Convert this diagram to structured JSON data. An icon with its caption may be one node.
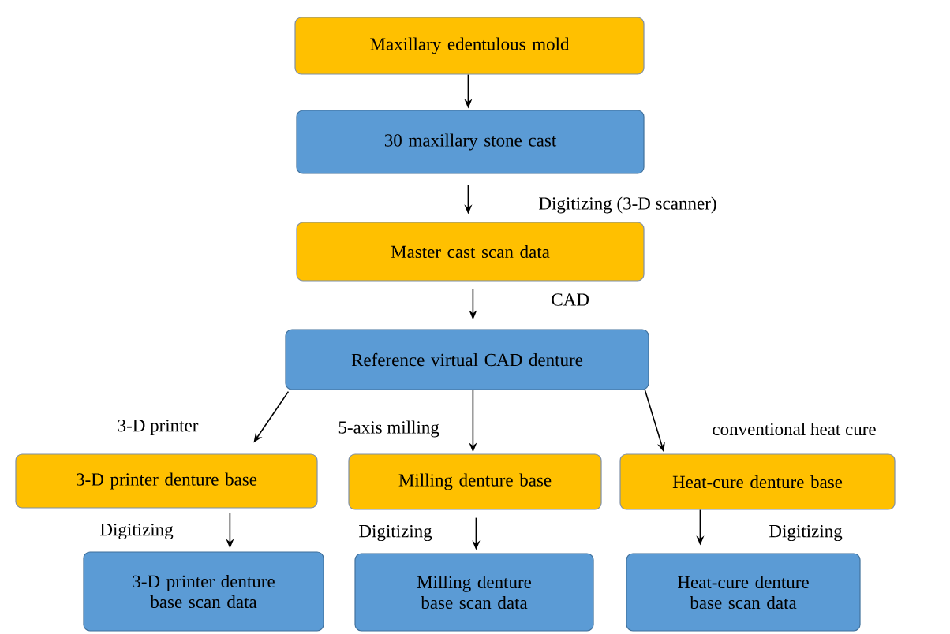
{
  "diagram": {
    "nodes": [
      {
        "text": [
          "Maxillary edentulous mold"
        ]
      },
      {
        "text": [
          "30 maxillary stone cast"
        ]
      },
      {
        "text": [
          "Master cast scan data"
        ]
      },
      {
        "text": [
          "Reference virtual CAD denture"
        ]
      },
      {
        "text": [
          "3-D printer denture base"
        ]
      },
      {
        "text": [
          "Milling denture base"
        ]
      },
      {
        "text": [
          "Heat-cure denture base"
        ]
      },
      {
        "text": [
          "3-D printer denture base scan data"
        ]
      },
      {
        "text": [
          "Milling denture base scan data"
        ]
      },
      {
        "text": [
          "Heat-cure denture base scan data"
        ]
      }
    ],
    "edges": [
      {
        "from": 0,
        "to": 1,
        "arrow": "to"
      },
      {
        "from": 1,
        "to": 2,
        "arrow": "to",
        "label": "Digitizing (3-D scanner)"
      },
      {
        "from": 2,
        "to": 3,
        "arrow": "to",
        "label": "CAD"
      },
      {
        "from": 3,
        "to": 4,
        "arrow": "to",
        "label": "3-D printer"
      },
      {
        "from": 3,
        "to": 5,
        "arrow": "to",
        "label": "5-axis milling"
      },
      {
        "from": 3,
        "to": 6,
        "arrow": "to",
        "label": "conventional heat cure"
      },
      {
        "from": 4,
        "to": 7,
        "arrow": "to",
        "label": "Digitizing"
      },
      {
        "from": 5,
        "to": 8,
        "arrow": "to",
        "label": "Digitizing"
      },
      {
        "from": 6,
        "to": 9,
        "arrow": "to",
        "label": "Digitizing"
      }
    ]
  }
}
